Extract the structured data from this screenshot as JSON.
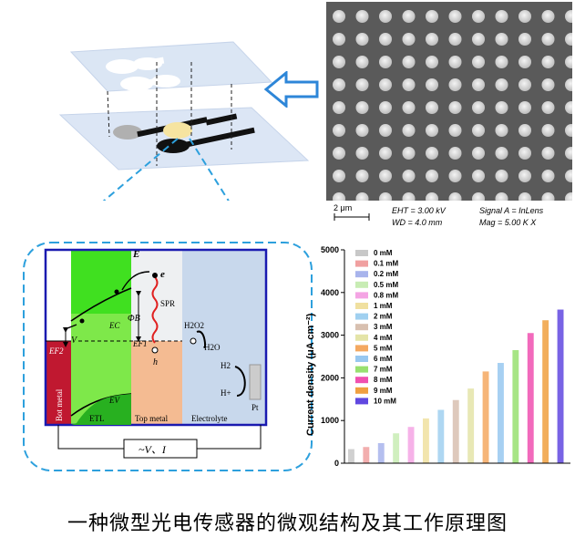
{
  "sem": {
    "scale_bar": "2 μm",
    "eht": "EHT = 3.00 kV",
    "wd": "WD = 4.0 mm",
    "signal": "Signal A = InLens",
    "mag": "Mag = 5.00 K X"
  },
  "band": {
    "e_label": "E",
    "electron": "e",
    "hole": "h",
    "spr": "SPR",
    "phi_b": "ΦB",
    "ec": "EC",
    "ev": "EV",
    "ef1": "EF1",
    "ef2": "EF2",
    "v": "V",
    "h2o2": "H2O2",
    "h2o": "H2O",
    "h2": "H2",
    "hplus": "H+",
    "pt": "Pt",
    "bot_metal": "Bot metal",
    "etl": "ETL",
    "top_metal": "Top metal",
    "electrolyte": "Electrolyte",
    "circuit": "~V、I"
  },
  "chart_data": {
    "type": "bar",
    "ylabel": "Current density (μA cm⁻²)",
    "ylim": [
      0,
      5000
    ],
    "yticks": [
      0,
      1000,
      2000,
      3000,
      4000,
      5000
    ],
    "categories": [
      "0 mM",
      "0.1 mM",
      "0.2 mM",
      "0.5 mM",
      "0.8 mM",
      "1 mM",
      "2 mM",
      "3 mM",
      "4 mM",
      "5 mM",
      "6 mM",
      "7 mM",
      "8 mM",
      "9 mM",
      "10 mM"
    ],
    "values": [
      330,
      380,
      470,
      700,
      850,
      1050,
      1250,
      1480,
      1750,
      2150,
      2350,
      2650,
      3050,
      3350,
      3600
    ],
    "colors": [
      "#c8c8c8",
      "#f0a0a0",
      "#a8b4ec",
      "#c8ecb4",
      "#f4a4e4",
      "#f0e0a0",
      "#a0d0f0",
      "#d8c0b0",
      "#e4e4a8",
      "#f4a860",
      "#98c8f0",
      "#98e070",
      "#f050b0",
      "#f0a040",
      "#6048e0"
    ]
  },
  "caption": "一种微型光电传感器的微观结构及其工作原理图",
  "colors": {
    "dash_blue": "#2da0dd",
    "frame_blue": "#1a1ab0",
    "etl_green": "#40e020",
    "bot_red": "#c01830",
    "arrow_blue": "#2d86d8"
  }
}
